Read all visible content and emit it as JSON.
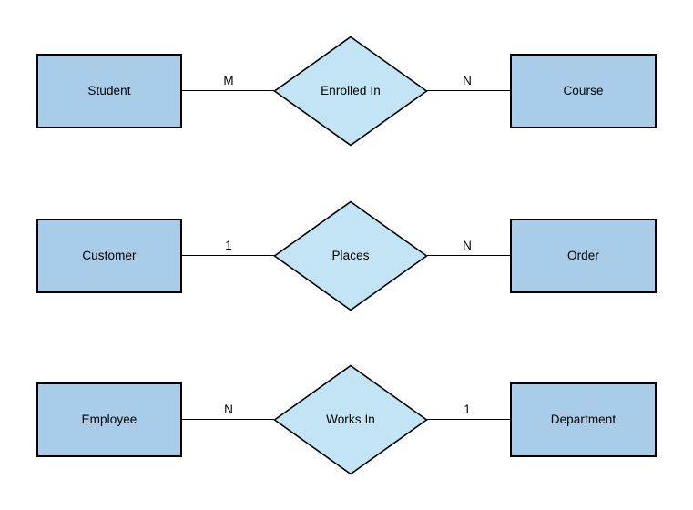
{
  "diagram": {
    "type": "entity-relationship-diagram",
    "background_color": "#ffffff",
    "entity_fill_color": "#a9cce8",
    "relationship_fill_color": "#c2e4f5",
    "stroke_color": "#000000",
    "rows": [
      {
        "left_entity": "Student",
        "left_cardinality": "M",
        "relationship": "Enrolled In",
        "right_cardinality": "N",
        "right_entity": "Course"
      },
      {
        "left_entity": "Customer",
        "left_cardinality": "1",
        "relationship": "Places",
        "right_cardinality": "N",
        "right_entity": "Order"
      },
      {
        "left_entity": "Employee",
        "left_cardinality": "N",
        "relationship": "Works In",
        "right_cardinality": "1",
        "right_entity": "Department"
      }
    ]
  }
}
